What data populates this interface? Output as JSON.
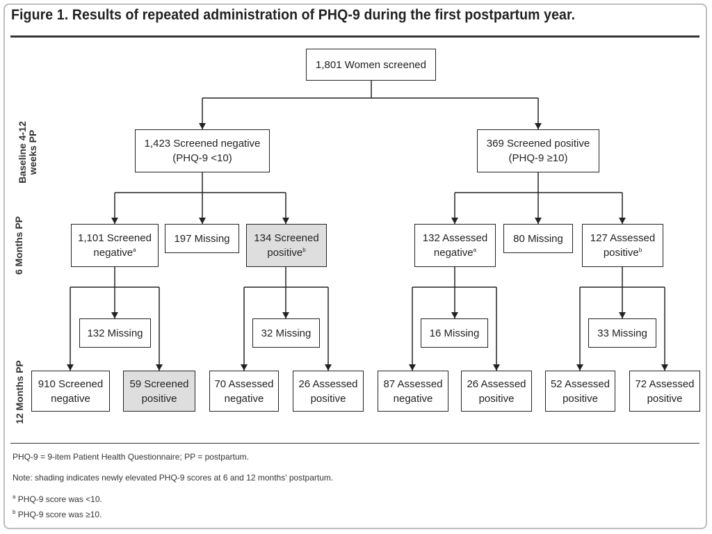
{
  "figure": {
    "title": "Figure 1. Results of repeated administration of PHQ-9 during the first postpartum year."
  },
  "stages": {
    "baseline": [
      "Baseline 4-12",
      "weeks PP"
    ],
    "six_months": "6 Months PP",
    "twelve_months": "12 Months PP"
  },
  "nodes": {
    "root": "1,801 Women screened",
    "b_neg": "1,423 Screened negative\n(PHQ-9 <10)",
    "b_pos": "369 Screened positive\n(PHQ-9 ≥10)",
    "m6_nn": {
      "text": "1,101 Screened\nnegative",
      "sup": "a"
    },
    "m6_nmiss": "197 Missing",
    "m6_np": {
      "text": "134 Screened\npositive",
      "sup": "b"
    },
    "m6_pn": {
      "text": "132 Assessed\nnegative",
      "sup": "a"
    },
    "m6_pmiss": "80 Missing",
    "m6_pp": {
      "text": "127 Assessed\npositive",
      "sup": "b"
    },
    "miss_1": "132 Missing",
    "miss_2": "32 Missing",
    "miss_3": "16 Missing",
    "miss_4": "33 Missing",
    "m12_1": "910 Screened\nnegative",
    "m12_2": "59 Screened\npositive",
    "m12_3": "70 Assessed\nnegative",
    "m12_4": "26 Assessed\npositive",
    "m12_5": "87 Assessed\nnegative",
    "m12_6": "26 Assessed\npositive",
    "m12_7": "52 Assessed\npositive",
    "m12_8": "72 Assessed\npositive"
  },
  "footnotes": {
    "abbrev": "PHQ-9 = 9-item Patient Health Questionnaire; PP = postpartum.",
    "note": "Note: shading indicates newly elevated PHQ-9 scores at 6 and 12 months' postpartum.",
    "a_mark": "a",
    "a_text": " PHQ-9 score was <10.",
    "b_mark": "b",
    "b_text": " PHQ-9 score was ≥10."
  },
  "colors": {
    "shaded_box": "#dedede",
    "line": "#222222"
  }
}
